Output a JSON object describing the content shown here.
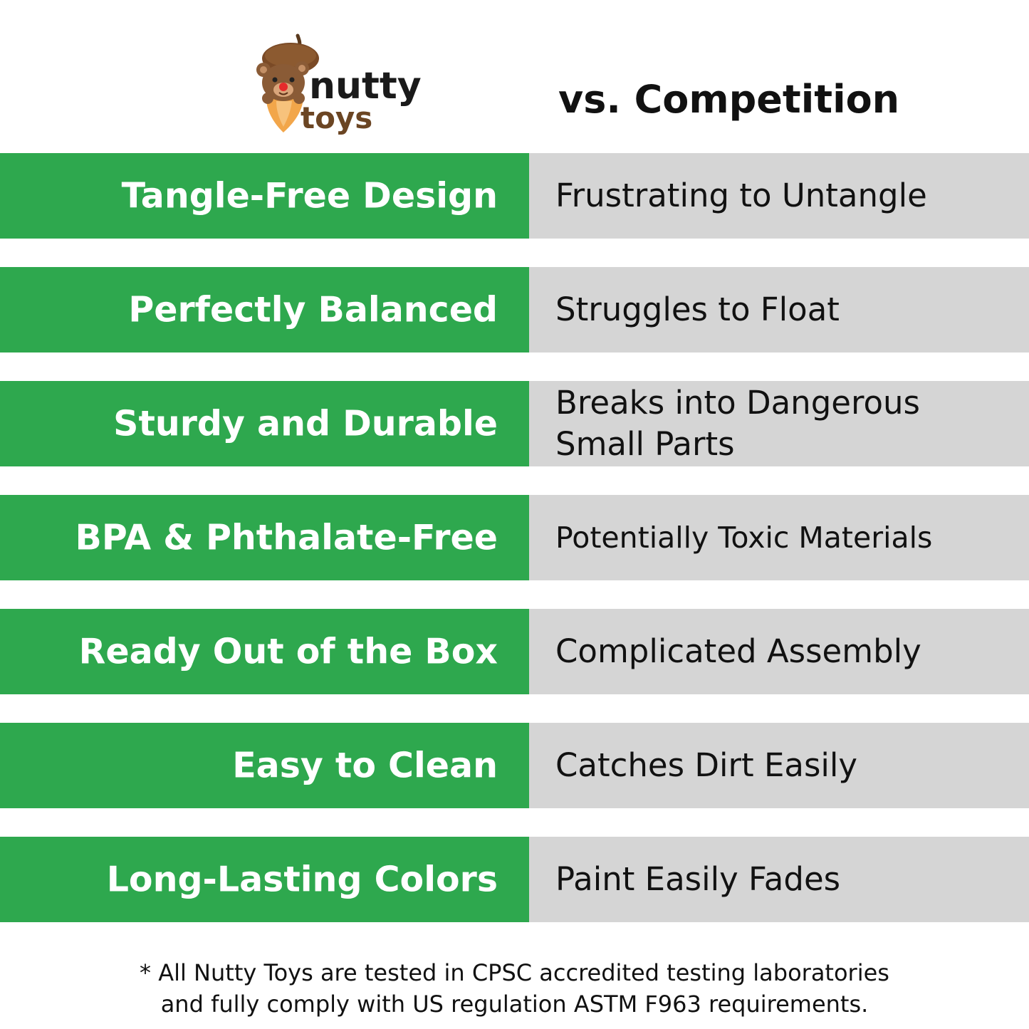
{
  "header": {
    "logo": {
      "brand_top": "nutty",
      "brand_bottom": "toys"
    },
    "competition_title": "vs. Competition"
  },
  "comparison": {
    "rows": [
      {
        "ours": "Tangle-Free Design",
        "competition": "Frustrating to Untangle"
      },
      {
        "ours": "Perfectly Balanced",
        "competition": "Struggles to Float"
      },
      {
        "ours": "Sturdy and Durable",
        "competition": "Breaks into Dangerous Small Parts"
      },
      {
        "ours": "BPA & Phthalate-Free",
        "competition": "Potentially Toxic Materials"
      },
      {
        "ours": "Ready Out of the Box",
        "competition": "Complicated Assembly"
      },
      {
        "ours": "Easy to Clean",
        "competition": "Catches Dirt Easily"
      },
      {
        "ours": "Long-Lasting Colors",
        "competition": "Paint Easily Fades"
      }
    ]
  },
  "footnote": {
    "line1": "* All Nutty Toys are tested in CPSC accredited testing laboratories",
    "line2": "and fully comply with US regulation ASTM F963 requirements."
  },
  "colors": {
    "ours_background": "#2ea84e",
    "competition_background": "#d5d5d5",
    "ours_text": "#ffffff",
    "competition_text": "#111111"
  },
  "icons": {
    "logo_mascot": "acorn-bear-icon"
  }
}
